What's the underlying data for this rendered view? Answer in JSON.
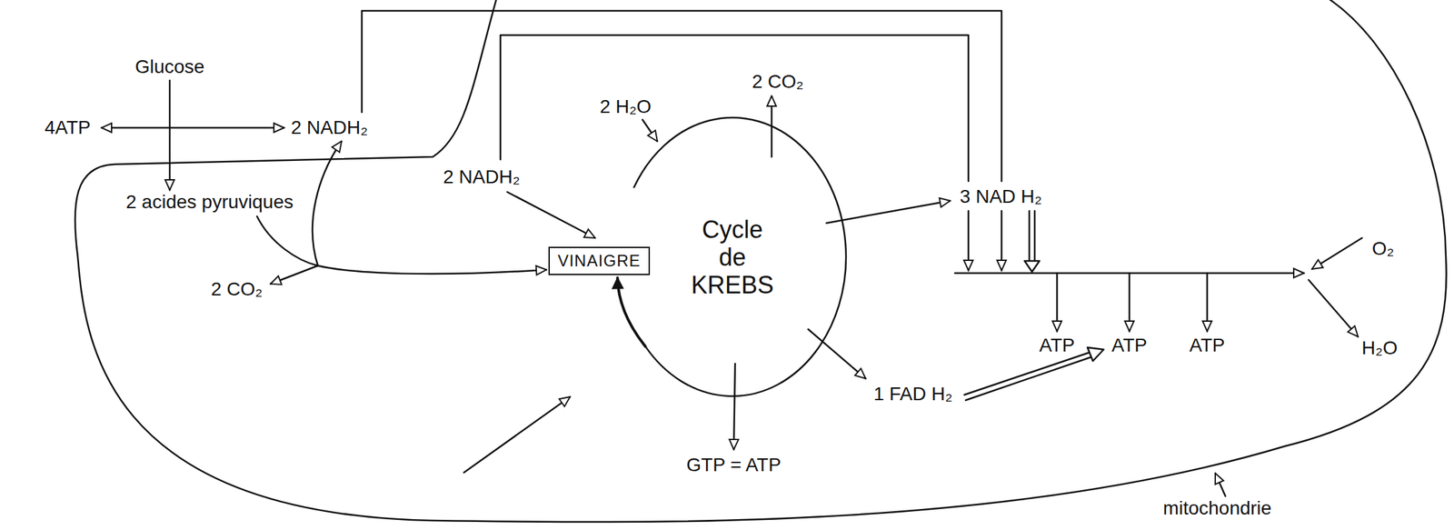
{
  "diagram": {
    "nodes": [
      {
        "text": [
          "VINAIGRE"
        ]
      },
      {
        "text": [
          "Cycle de KREBS"
        ]
      }
    ],
    "edges": [
      {
        "from": 1,
        "to": 0,
        "arrow": "to"
      }
    ],
    "labels": [
      "Glucose",
      "4ATP",
      "2 NADH₂",
      "2 acides pyruviques",
      "2 CO₂",
      "2 NADH₂",
      "2 H₂O",
      "2 CO₂",
      "3 NAD H₂",
      "1 FAD H₂",
      "GTP = ATP",
      "ATP",
      "ATP",
      "ATP",
      "O₂",
      "H₂O",
      "mitochondrie"
    ]
  }
}
